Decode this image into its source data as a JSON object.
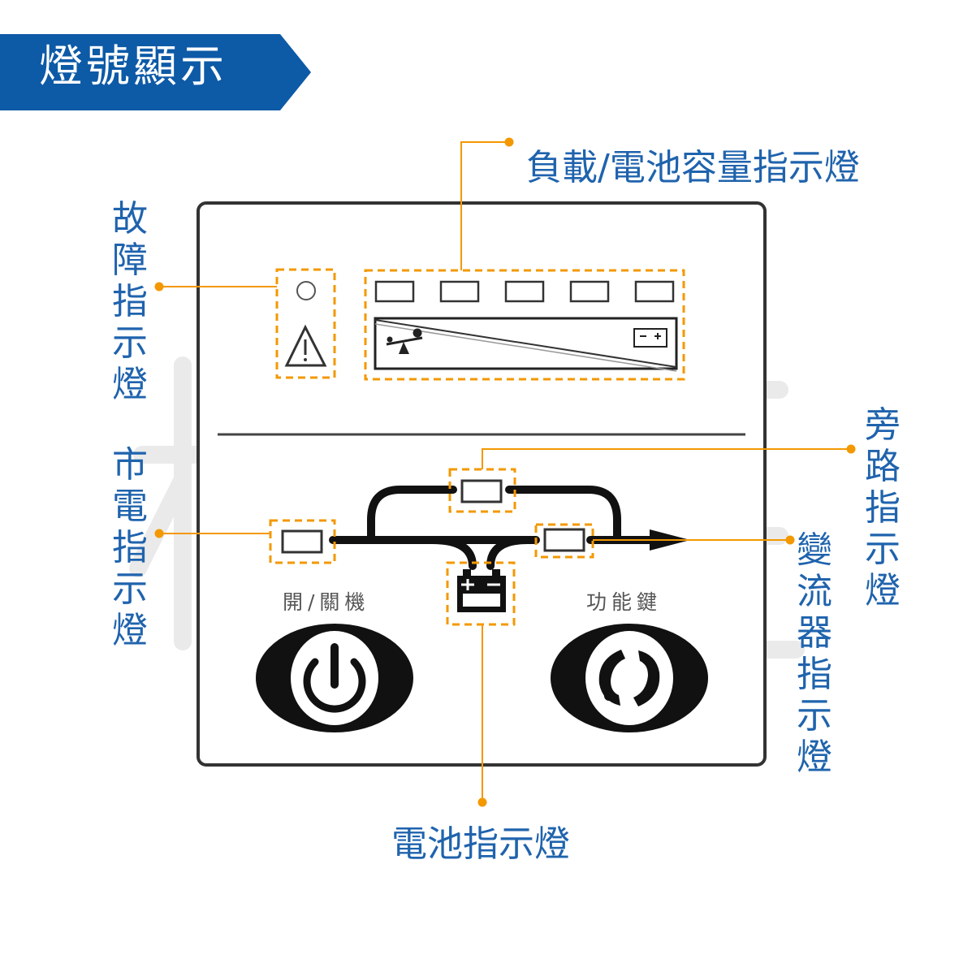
{
  "header": {
    "title": "燈號顯示",
    "color": "#0d5aa7"
  },
  "accent": "#f39800",
  "callouts": {
    "fault": "故障指示燈",
    "load_battery_capacity": "負載/電池容量指示燈",
    "mains": "市電指示燈",
    "bypass": "旁路指示燈",
    "inverter": "變流器指示燈",
    "battery": "電池指示燈"
  },
  "panel": {
    "power_label": "開/關機",
    "function_label": "功能鍵"
  },
  "watermark": "林臣",
  "icons": [
    "fault-led-circle-icon",
    "warning-triangle-icon",
    "load-seesaw-icon",
    "battery-icon",
    "power-icon",
    "function-swirl-icon"
  ]
}
